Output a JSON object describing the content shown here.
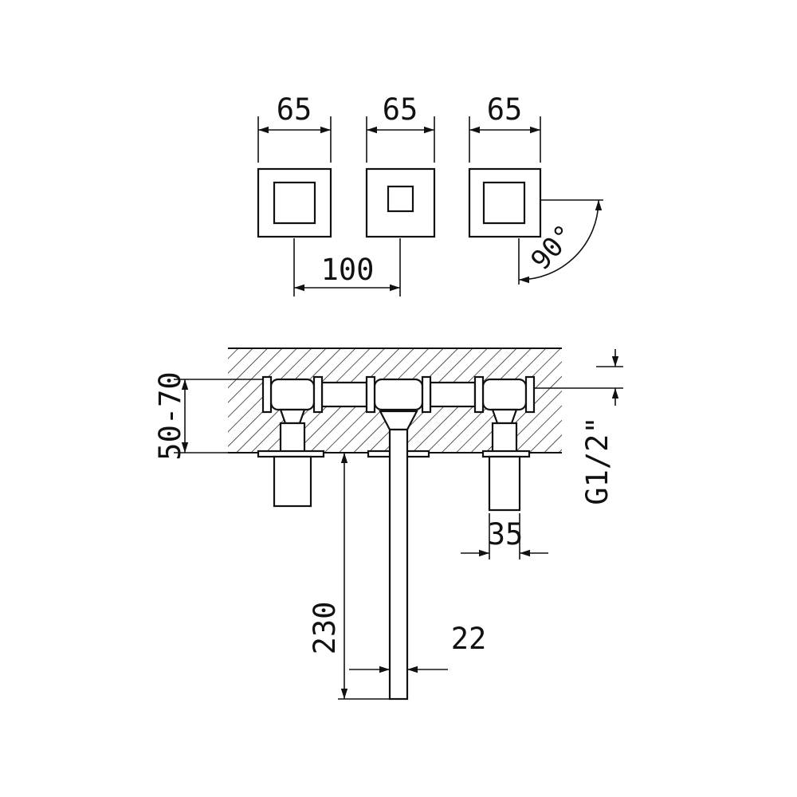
{
  "drawing": {
    "title": "wall-mounted-basin-mixer-installation-diagram",
    "colors": {
      "line": "#111111",
      "background": "#ffffff"
    },
    "dims": {
      "w_left": "65",
      "w_center": "65",
      "w_right": "65",
      "spacing": "100",
      "angle": "90°",
      "depth": "50-70",
      "thread": "G1/2\"",
      "stub": "35",
      "drop": "230",
      "pipe": "22"
    }
  }
}
